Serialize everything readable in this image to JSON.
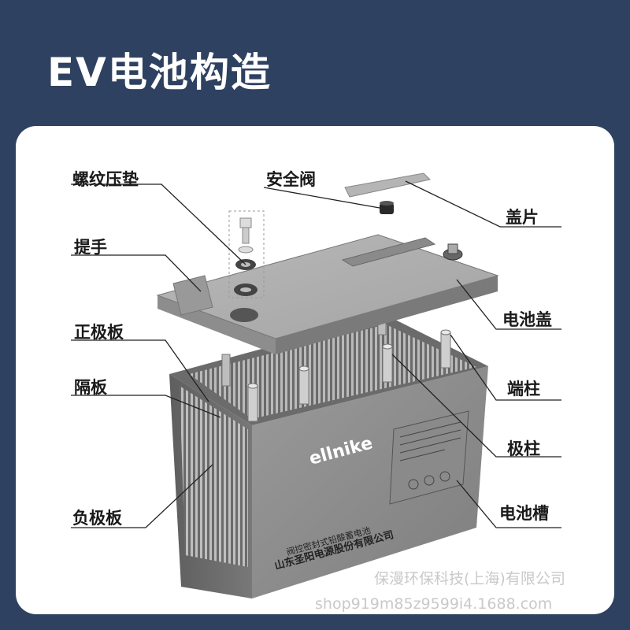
{
  "title": "EV电池构造",
  "labels": {
    "screw_washer": "螺纹压垫",
    "safety_valve": "安全阀",
    "cover_piece": "盖片",
    "handle": "提手",
    "battery_cover": "电池盖",
    "positive_plate": "正极板",
    "terminal": "端柱",
    "separator": "隔板",
    "pole": "极柱",
    "negative_plate": "负极板",
    "battery_tank": "电池槽"
  },
  "battery_text": {
    "brand": "ellnike",
    "product": "阀控密封式铅酸蓄电池",
    "maker": "山东圣阳电源股份有限公司"
  },
  "watermark": {
    "company": "保漫环保科技(上海)有限公司",
    "shop": "shop919m85z9599i4.1688.com"
  }
}
